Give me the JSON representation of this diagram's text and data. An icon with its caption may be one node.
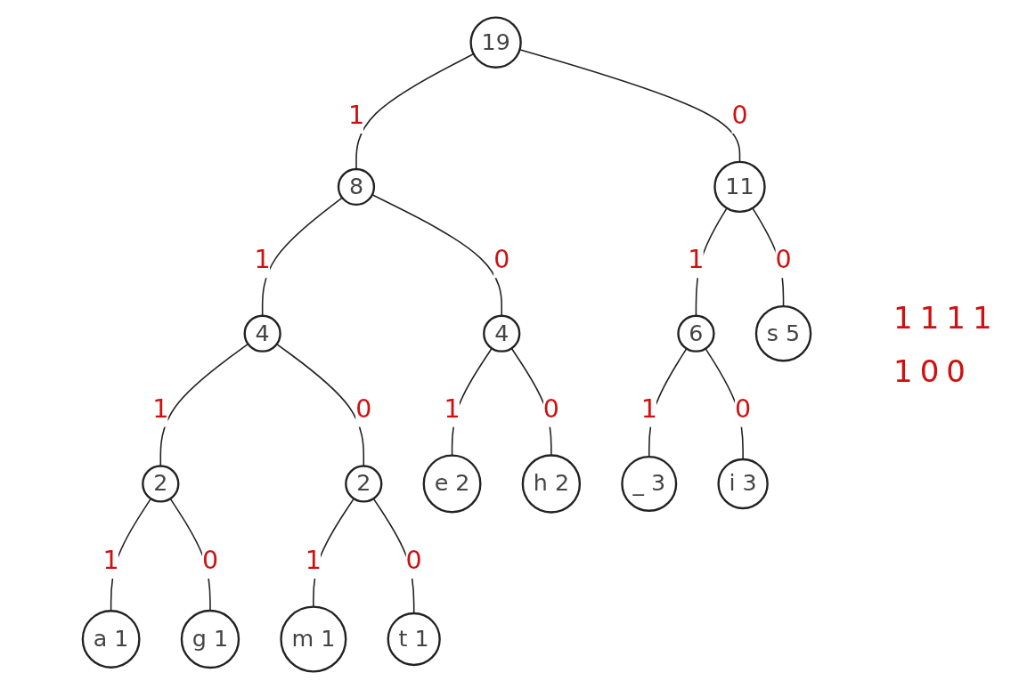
{
  "diagram": {
    "nodes": [
      {
        "text": [
          "19"
        ]
      },
      {
        "text": [
          "8"
        ]
      },
      {
        "text": [
          "11"
        ]
      },
      {
        "text": [
          "4"
        ]
      },
      {
        "text": [
          "4"
        ]
      },
      {
        "text": [
          "6"
        ]
      },
      {
        "text": [
          "s 5"
        ]
      },
      {
        "text": [
          "2"
        ]
      },
      {
        "text": [
          "2"
        ]
      },
      {
        "text": [
          "e 2"
        ]
      },
      {
        "text": [
          "h 2"
        ]
      },
      {
        "text": [
          "_ 3"
        ]
      },
      {
        "text": [
          "i 3"
        ]
      },
      {
        "text": [
          "a 1"
        ]
      },
      {
        "text": [
          "g 1"
        ]
      },
      {
        "text": [
          "m 1"
        ]
      },
      {
        "text": [
          "t 1"
        ]
      }
    ],
    "edges": [
      {
        "from": 0,
        "to": 1,
        "arrow": "none",
        "label": "1"
      },
      {
        "from": 0,
        "to": 2,
        "arrow": "none",
        "label": "0"
      },
      {
        "from": 1,
        "to": 3,
        "arrow": "none",
        "label": "1"
      },
      {
        "from": 1,
        "to": 4,
        "arrow": "none",
        "label": "0"
      },
      {
        "from": 2,
        "to": 5,
        "arrow": "none",
        "label": "1"
      },
      {
        "from": 2,
        "to": 6,
        "arrow": "none",
        "label": "0"
      },
      {
        "from": 3,
        "to": 7,
        "arrow": "none",
        "label": "1"
      },
      {
        "from": 3,
        "to": 8,
        "arrow": "none",
        "label": "0"
      },
      {
        "from": 4,
        "to": 9,
        "arrow": "none",
        "label": "1"
      },
      {
        "from": 4,
        "to": 10,
        "arrow": "none",
        "label": "0"
      },
      {
        "from": 5,
        "to": 11,
        "arrow": "none",
        "label": "1"
      },
      {
        "from": 5,
        "to": 12,
        "arrow": "none",
        "label": "0"
      },
      {
        "from": 7,
        "to": 13,
        "arrow": "none",
        "label": "1"
      },
      {
        "from": 7,
        "to": 14,
        "arrow": "none",
        "label": "0"
      },
      {
        "from": 8,
        "to": 15,
        "arrow": "none",
        "label": "1"
      },
      {
        "from": 8,
        "to": 16,
        "arrow": "none",
        "label": "0"
      }
    ],
    "labels": [
      "1111",
      "100"
    ]
  }
}
